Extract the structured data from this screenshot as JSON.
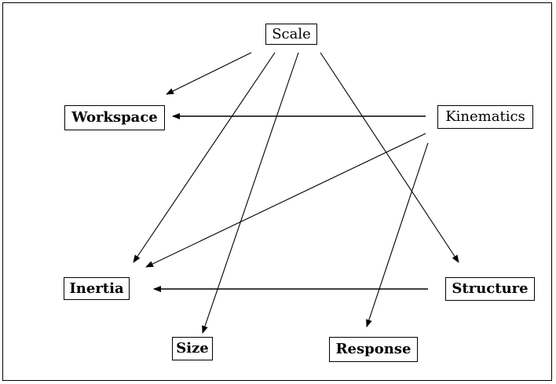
{
  "diagram": {
    "nodes": [
      {
        "id": "scale",
        "label": "Scale",
        "bold": false
      },
      {
        "id": "workspace",
        "label": "Workspace",
        "bold": true
      },
      {
        "id": "kinematics",
        "label": "Kinematics",
        "bold": false
      },
      {
        "id": "inertia",
        "label": "Inertia",
        "bold": true
      },
      {
        "id": "structure",
        "label": "Structure",
        "bold": true
      },
      {
        "id": "size",
        "label": "Size",
        "bold": true
      },
      {
        "id": "response",
        "label": "Response",
        "bold": true
      }
    ],
    "edges": [
      {
        "from": "scale",
        "to": "workspace"
      },
      {
        "from": "scale",
        "to": "inertia"
      },
      {
        "from": "scale",
        "to": "size"
      },
      {
        "from": "scale",
        "to": "structure"
      },
      {
        "from": "kinematics",
        "to": "workspace"
      },
      {
        "from": "kinematics",
        "to": "inertia"
      },
      {
        "from": "kinematics",
        "to": "response"
      },
      {
        "from": "structure",
        "to": "inertia"
      }
    ],
    "colors": {
      "line": "#000000",
      "background": "#ffffff"
    }
  }
}
